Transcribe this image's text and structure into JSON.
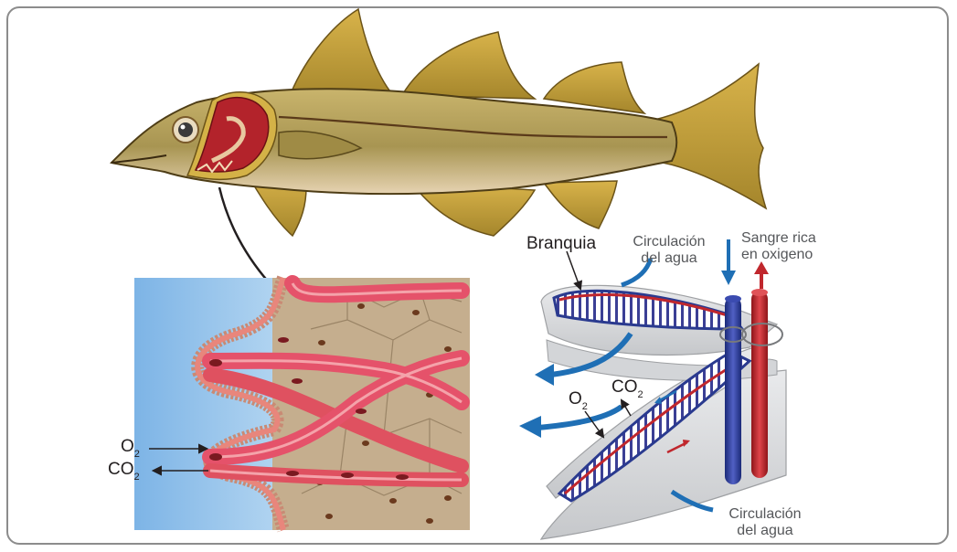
{
  "labels": {
    "branquia": "Branquia",
    "water_top_l1": "Circulación",
    "water_top_l2": "del agua",
    "blood_l1": "Sangre rica",
    "blood_l2": "en oxigeno",
    "water_bottom_l1": "Circulación",
    "water_bottom_l2": "del agua",
    "o2_main": "O",
    "o2_sub": "2",
    "co2_main": "CO",
    "co2_sub": "2"
  },
  "colors": {
    "water": "#1f6fb5",
    "blood_arrow": "#c1272d",
    "tissue_red": "#d9434d",
    "fish_body": "#b6a35e",
    "gill_red": "#c0272d",
    "vessel_blue": "#2a3a8f",
    "seawater": "#8ec2ea"
  }
}
